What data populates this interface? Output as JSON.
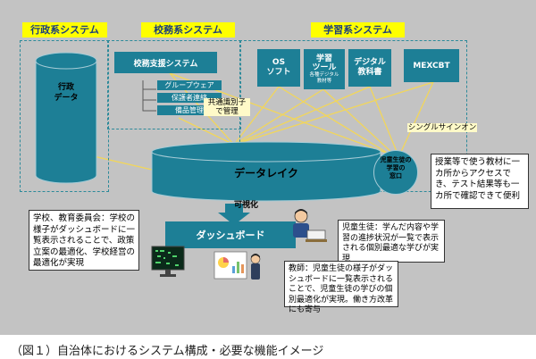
{
  "categories": {
    "admin": "行政系システム",
    "school_affairs": "校務系システム",
    "learning": "学習系システム"
  },
  "admin_data": "行政\nデータ",
  "school_support": {
    "title": "校務支援システム",
    "items": [
      "グループウェア",
      "保護者連絡",
      "備品管理"
    ]
  },
  "learning_tools": [
    {
      "main": "OS\nソフト",
      "sub": ""
    },
    {
      "main": "学習\nツール",
      "sub": "各種デジタル\n教材等"
    },
    {
      "main": "デジタル\n教科書",
      "sub": ""
    },
    {
      "main": "MEXCBT",
      "sub": ""
    }
  ],
  "notes": {
    "common_id": "共通識別子\nで管理",
    "single_sign_on": "シングルサインオン",
    "visualize": "可視化"
  },
  "data_lake": "データレイク",
  "student_window": "児童生徒の\n学習の\n窓口",
  "dashboard": "ダッシュボード",
  "callouts": {
    "school_board": "学校、教育委員会：学校の様子がダッシュボードに一覧表示されることで、政策立案の最適化、学校経営の最適化が実現",
    "student": "児童生徒：学んだ内容や学習の進捗状況が一覧で表示される個別最適な学びが実現",
    "lesson": "授業等で使う教材に一カ所からアクセスでき、テスト結果等も一カ所で確認できて便利",
    "teacher": "教師：児童生徒の様子がダッシュボードに一覧表示されることで、児童生徒の学びの個別最適化が実現。働き方改革にも寄与"
  },
  "caption": "（図１）自治体におけるシステム構成・必要な機能イメージ",
  "colors": {
    "panel": "#c3c3c3",
    "teal": "#1d7f96",
    "yellow": "#ffff00",
    "line": "#f2d65a"
  }
}
